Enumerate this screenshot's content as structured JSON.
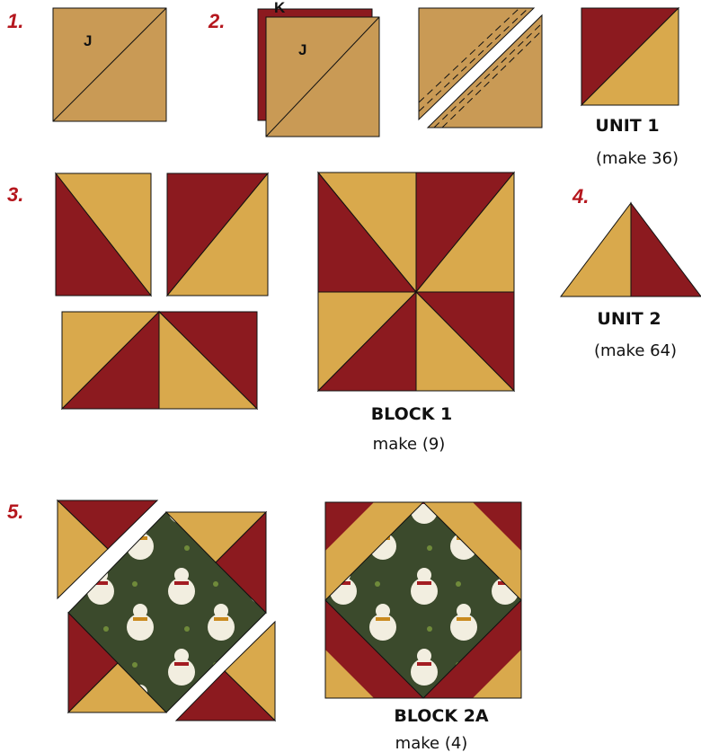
{
  "colors": {
    "tan": "#c99a55",
    "red": "#8c1a1f",
    "gold": "#d9a94c",
    "green": "#3b4a2c",
    "step_number": "#b5171e"
  },
  "steps": {
    "s1": "1.",
    "s2": "2.",
    "s3": "3.",
    "s4": "4.",
    "s5": "5."
  },
  "labels": {
    "j1": "J",
    "j2": "J",
    "k": "K"
  },
  "captions": {
    "unit1_title": "UNIT 1",
    "unit1_sub": "(make 36)",
    "unit2_title": "UNIT 2",
    "unit2_sub": "(make 64)",
    "block1_title": "BLOCK 1",
    "block1_sub": "make (9)",
    "block2a_title": "BLOCK 2A",
    "block2a_sub": "make (4)"
  }
}
